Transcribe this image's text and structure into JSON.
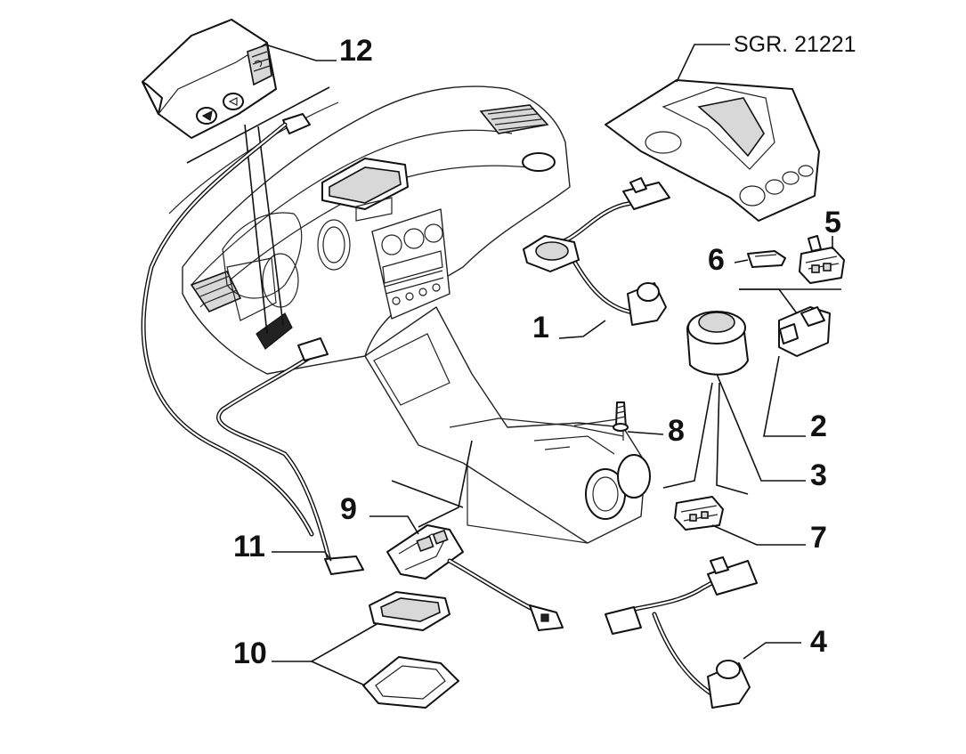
{
  "diagram": {
    "reference": "SGR. 21221",
    "part_numbers": [
      {
        "id": "1",
        "text": "1"
      },
      {
        "id": "2",
        "text": "2"
      },
      {
        "id": "3",
        "text": "3"
      },
      {
        "id": "4",
        "text": "4"
      },
      {
        "id": "5",
        "text": "5"
      },
      {
        "id": "6",
        "text": "6"
      },
      {
        "id": "7",
        "text": "7"
      },
      {
        "id": "8",
        "text": "8"
      },
      {
        "id": "9",
        "text": "9"
      },
      {
        "id": "10",
        "text": "10"
      },
      {
        "id": "11",
        "text": "11"
      },
      {
        "id": "12",
        "text": "12"
      }
    ]
  }
}
